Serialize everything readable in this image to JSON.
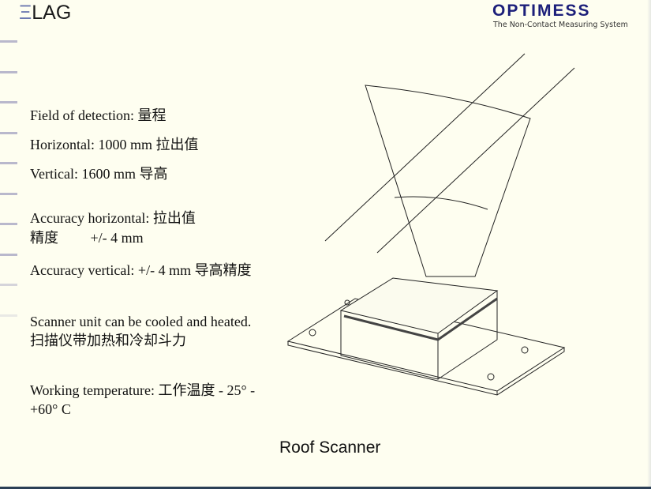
{
  "header": {
    "left_logo": "ELAG",
    "right_logo": "OPTIMESS",
    "tagline": "The Non-Contact Measuring System"
  },
  "specs": [
    "Field of detection: 量程",
    "Horizontal: 1000 mm 拉出值",
    "Vertical: 1600 mm 导高",
    "Accuracy horizontal: 拉出值",
    "精度         +/- 4 mm",
    "Accuracy vertical: +/- 4 mm 导高精度",
    "Scanner unit can be cooled and heated.  扫描仪带加热和冷却斗力",
    "Working temperature: 工作温度 - 25° - +60°  C"
  ],
  "caption": "Roof Scanner",
  "colors": {
    "background": "#fefef0",
    "brand_blue": "#1c1f7a",
    "accent_dash": "#b9b8cc"
  }
}
